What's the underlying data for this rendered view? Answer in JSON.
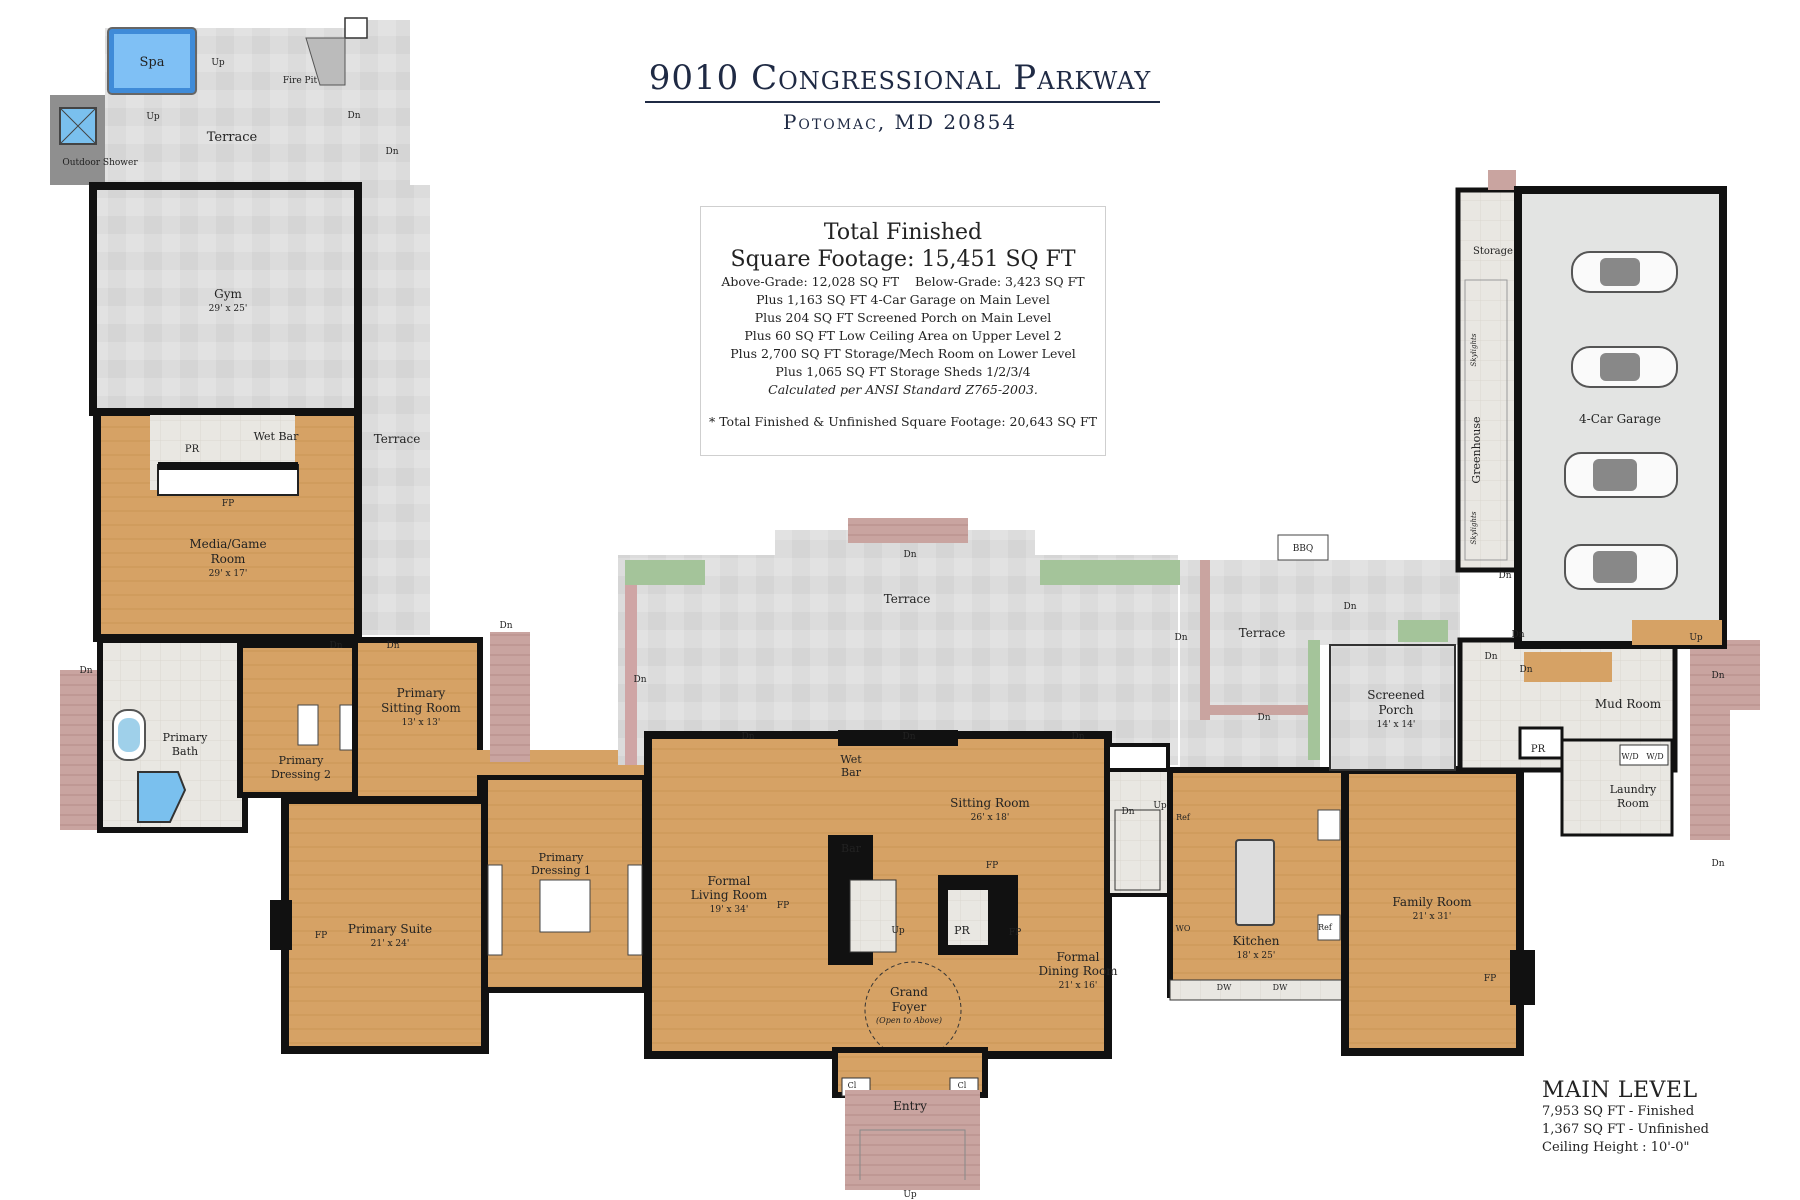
{
  "header": {
    "title": "9010 Congressional Parkway",
    "subtitle": "Potomac, MD 20854"
  },
  "summary": {
    "heading_line1": "Total Finished",
    "heading_line2": "Square Footage: 15,451 SQ FT",
    "lines": [
      "Above-Grade: 12,028 SQ FT    Below-Grade: 3,423 SQ FT",
      "Plus 1,163 SQ FT 4-Car Garage on Main Level",
      "Plus 204 SQ FT Screened Porch on Main Level",
      "Plus 60 SQ FT Low Ceiling Area on Upper Level 2",
      "Plus 2,700 SQ FT Storage/Mech Room on Lower Level",
      "Plus 1,065 SQ FT Storage Sheds 1/2/3/4"
    ],
    "standard_note": "Calculated per ANSI Standard Z765-2003.",
    "total_note": "* Total Finished & Unfinished Square Footage: 20,643 SQ FT"
  },
  "level": {
    "title": "MAIN LEVEL",
    "finished": "7,953 SQ FT - Finished",
    "unfinished": "1,367 SQ FT - Unfinished",
    "ceiling": "Ceiling Height : 10'-0\""
  },
  "rooms": {
    "spa": "Spa",
    "fire_pit": "Fire Pit",
    "terrace_top": "Terrace",
    "outdoor_shower": "Outdoor Shower",
    "gym": "Gym",
    "gym_dim": "29' x 25'",
    "terrace_side": "Terrace",
    "pr_upper": "PR",
    "wet_bar_upper": "Wet Bar",
    "fp_media": "FP",
    "media": "Media/Game",
    "media2": "Room",
    "media_dim": "29' x 17'",
    "primary_bath": "Primary",
    "primary_bath2": "Bath",
    "primary_dressing2": "Primary",
    "primary_dressing2b": "Dressing 2",
    "primary_sitting": "Primary",
    "primary_sitting2": "Sitting Room",
    "primary_sitting_dim": "13' x 13'",
    "primary_dressing1": "Primary",
    "primary_dressing1b": "Dressing 1",
    "primary_suite": "Primary Suite",
    "primary_suite_dim": "21' x 24'",
    "fp_suite": "FP",
    "terrace_main": "Terrace",
    "terrace_right": "Terrace",
    "bbq": "BBQ",
    "formal_living": "Formal",
    "formal_living2": "Living Room",
    "formal_living_dim": "19' x 34'",
    "fp_living": "FP",
    "wet_bar": "Wet",
    "wet_bar2": "Bar",
    "bar": "Bar",
    "sitting_room": "Sitting Room",
    "sitting_room_dim": "26' x 18'",
    "fp_sitting": "FP",
    "pr_main": "PR",
    "fp_dining": "FP",
    "grand_foyer": "Grand",
    "grand_foyer2": "Foyer",
    "grand_foyer_note": "(Open to Above)",
    "formal_dining": "Formal",
    "formal_dining2": "Dining Room",
    "formal_dining_dim": "21' x 16'",
    "kitchen": "Kitchen",
    "kitchen_dim": "18' x 25'",
    "ref1": "Ref",
    "ref2": "Ref",
    "wo": "WO",
    "dw1": "DW",
    "dw2": "DW",
    "family_room": "Family Room",
    "family_room_dim": "21' x 31'",
    "fp_family": "FP",
    "screened_porch": "Screened",
    "screened_porch2": "Porch",
    "screened_porch_dim": "14' x 14'",
    "mud_room": "Mud Room",
    "pr_mud": "PR",
    "wd1": "W/D",
    "wd2": "W/D",
    "laundry": "Laundry",
    "laundry2": "Room",
    "storage": "Storage",
    "greenhouse": "Greenhouse",
    "skylights1": "Skylights",
    "skylights2": "Skylights",
    "garage": "4-Car Garage",
    "entry": "Entry",
    "cl1": "Cl",
    "cl2": "Cl"
  },
  "stairs": {
    "up": "Up",
    "dn": "Dn"
  }
}
